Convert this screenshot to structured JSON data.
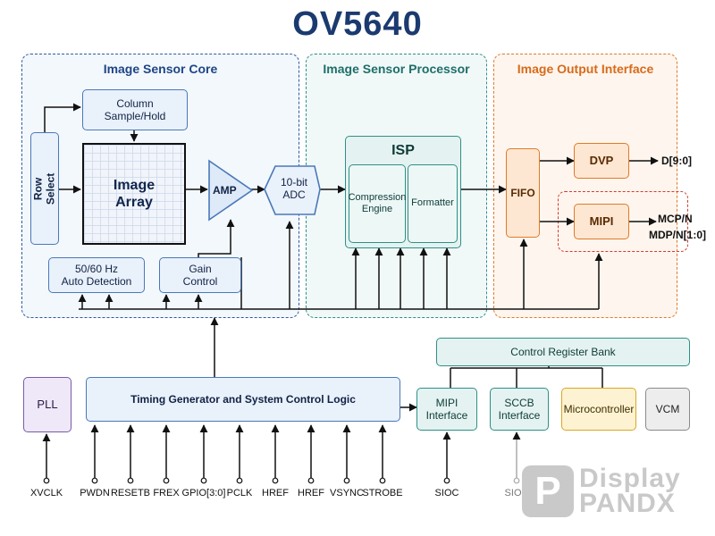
{
  "title": "OV5640",
  "regions": {
    "core": "Image Sensor Core",
    "processor": "Image Sensor Processor",
    "output": "Image Output Interface"
  },
  "blocks": {
    "column_sample": [
      "Column",
      "Sample/Hold"
    ],
    "row_select": [
      "Row",
      "Select"
    ],
    "image_array": [
      "Image",
      "Array"
    ],
    "amp": "AMP",
    "adc": [
      "10-bit",
      "ADC"
    ],
    "auto_detect": [
      "50/60 Hz",
      "Auto Detection"
    ],
    "gain_control": [
      "Gain",
      "Control"
    ],
    "isp": "ISP",
    "compression": [
      "Compression",
      "Engine"
    ],
    "formatter": "Formatter",
    "fifo": "FIFO",
    "dvp": "DVP",
    "mipi": "MIPI",
    "pll": "PLL",
    "timing": "Timing Generator and System Control Logic",
    "mipi_interface": [
      "MIPI",
      "Interface"
    ],
    "sccb_interface": [
      "SCCB",
      "Interface"
    ],
    "microcontroller": "Microcontroller",
    "vcm": "VCM",
    "control_register": "Control Register Bank"
  },
  "signals": {
    "dvp_out": "D[9:0]",
    "mipi_out_1": "MCP/N",
    "mipi_out_2": "MDP/N[1:0]"
  },
  "pins": [
    "XVCLK",
    "PWDN",
    "RESETB",
    "FREX",
    "GPIO[3:0]",
    "PCLK",
    "HREF",
    "HREF",
    "VSYNC",
    "STROBE",
    "SIOC",
    "SIOD"
  ],
  "watermark": [
    "Display",
    "PANDX"
  ],
  "colors": {
    "title": "#1b3a70",
    "core_border": "#2f5b9e",
    "processor_border": "#2e8f87",
    "output_border": "#e07a2a",
    "mipi_dash": "#d63a2e"
  }
}
